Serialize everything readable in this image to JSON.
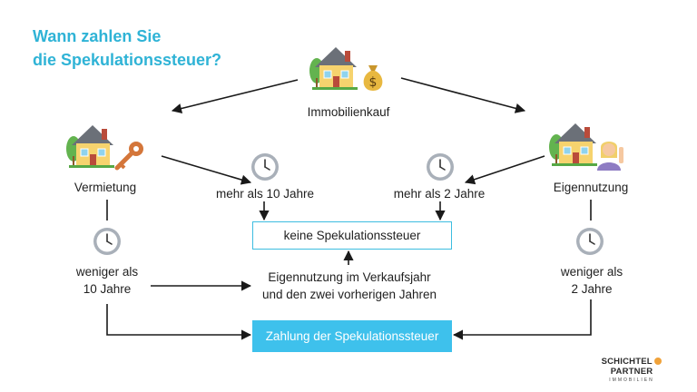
{
  "title": {
    "line1": "Wann zahlen Sie",
    "line2": "die Spekulationssteuer?"
  },
  "nodes": {
    "immobilienkauf": "Immobilienkauf",
    "vermietung": "Vermietung",
    "eigennutzung": "Eigennutzung",
    "mehr_als_10": "mehr als 10 Jahre",
    "mehr_als_2": "mehr als  2 Jahre",
    "weniger_10_line1": "weniger als",
    "weniger_10_line2": "10 Jahre",
    "weniger_2_line1": "weniger als",
    "weniger_2_line2": "2 Jahre",
    "eigennutzung_verkauf_line1": "Eigennutzung im Verkaufsjahr",
    "eigennutzung_verkauf_line2": "und den zwei  vorherigen Jahren",
    "keine_steuer": "keine Spekulationssteuer",
    "zahlung_steuer": "Zahlung der Spekulationssteuer"
  },
  "logo": {
    "name_part1": "SCHICHTEL",
    "name_part2": "PARTNER",
    "subtitle": "IMMOBILIEN"
  },
  "colors": {
    "accent": "#2fb3d6",
    "box_fill": "#3ec1ec",
    "box_border": "#3dbde0",
    "text": "#1f1f1f",
    "logo_accent": "#f0a23a"
  },
  "icons": [
    "house-icon",
    "money-bag-icon",
    "key-icon",
    "person-icon",
    "clock-icon"
  ]
}
